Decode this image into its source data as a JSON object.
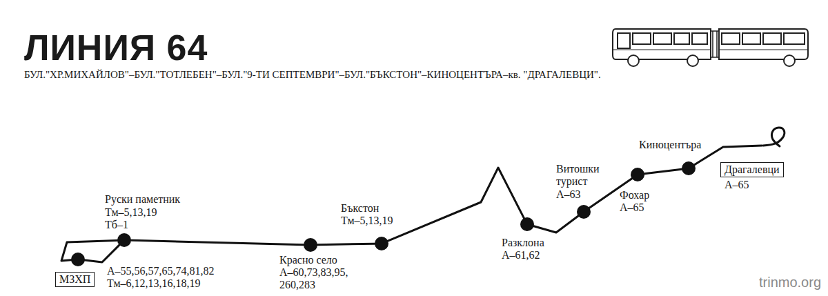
{
  "diagram": {
    "title": "ЛИНИЯ 64",
    "nodes": [
      {
        "text": [
          "МЗХП",
          "А–55,56,57,65,74,81,82 Тм–6,12,13,16,18,19"
        ]
      },
      {
        "text": [
          "Руски паметник",
          "Тм–5,13,19 Тб–1"
        ]
      },
      {
        "text": [
          "Красно село",
          "А–60,73,83,95, 260,283"
        ]
      },
      {
        "text": [
          "Бъкстон",
          "Тм–5,13,19"
        ]
      },
      {
        "text": [
          "Разклона",
          "А–61,62"
        ]
      },
      {
        "text": [
          "Витошки турист",
          "А–63"
        ]
      },
      {
        "text": [
          "Фохар",
          "А–65"
        ]
      },
      {
        "text": [
          "Киноцентъра"
        ]
      },
      {
        "text": [
          "Драгалевци",
          "А–65"
        ]
      }
    ],
    "edges": [
      {
        "from": 0,
        "to": 1,
        "arrow": "none"
      },
      {
        "from": 1,
        "to": 0,
        "arrow": "none"
      },
      {
        "from": 1,
        "to": 2,
        "arrow": "none"
      },
      {
        "from": 2,
        "to": 3,
        "arrow": "none"
      },
      {
        "from": 3,
        "to": 4,
        "arrow": "none"
      },
      {
        "from": 4,
        "to": 5,
        "arrow": "none"
      },
      {
        "from": 5,
        "to": 6,
        "arrow": "none"
      },
      {
        "from": 6,
        "to": 7,
        "arrow": "none"
      },
      {
        "from": 7,
        "to": 8,
        "arrow": "none"
      }
    ],
    "labels": [
      "БУЛ.\"ХР.МИХАЙЛОВ\"–БУЛ.\"ТОТЛЕБЕН\"–БУЛ.\"9-ТИ СЕПТЕМВРИ\"–БУЛ.\"БЪКСТОН\"–КИНОЦЕНТЪРА–кв. \"ДРАГАЛЕВЦИ\".",
      "trinmo.org"
    ]
  }
}
